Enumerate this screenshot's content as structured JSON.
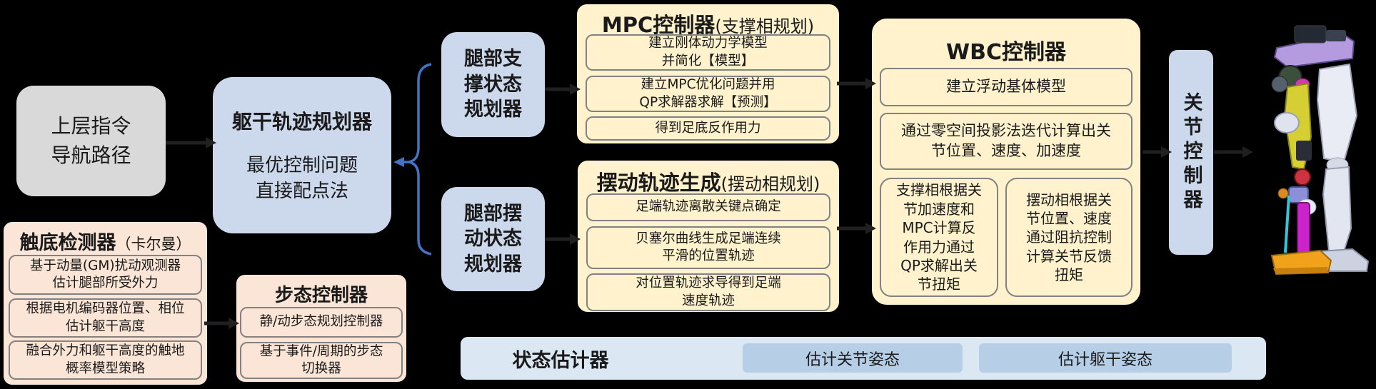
{
  "palette": {
    "background": "#000000",
    "gray_box": "#d9d9d9",
    "blue_box": "#ccd8ec",
    "peach_box": "#fbe5d6",
    "yellow_box": "#fff2cc",
    "estimator_bar": "#dbe7f3",
    "estimator_inner": "#b6cfe7",
    "brace_blue": "#4472c4",
    "arrow_dark": "#202020",
    "subbox_border": "#828282"
  },
  "nodes": {
    "upper_command": {
      "text": "上层指令\n导航路径"
    },
    "trunk_planner": {
      "title": "躯干轨迹规划器",
      "body": "最优控制问题\n直接配点法"
    },
    "touchdown_detector": {
      "title_bold": "触底检测器",
      "title_normal": "（卡尔曼）",
      "items": [
        "基于动量(GM)扰动观测器\n估计腿部所受外力",
        "根据电机编码器位置、相位\n估计躯干高度",
        "融合外力和躯干高度的触地\n概率模型策略"
      ]
    },
    "gait_controller": {
      "title": "步态控制器",
      "items": [
        "静/动步态规划控制器",
        "基于事件/周期的步态\n切换器"
      ]
    },
    "leg_support_planner": {
      "text": "腿部支\n撑状态\n规划器"
    },
    "leg_swing_planner": {
      "text": "腿部摆\n动状态\n规划器"
    },
    "mpc_controller": {
      "title_bold": "MPC控制器",
      "title_normal": "(支撑相规划)",
      "items": [
        "建立刚体动力学模型\n并简化【模型】",
        "建立MPC优化问题并用\nQP求解器求解【预测】",
        "得到足底反作用力"
      ]
    },
    "swing_traj_gen": {
      "title_bold": "摆动轨迹生成",
      "title_normal": "(摆动相规划)",
      "items": [
        "足端轨迹离散关键点确定",
        "贝塞尔曲线生成足端连续\n平滑的位置轨迹",
        "对位置轨迹求导得到足端\n速度轨迹"
      ]
    },
    "wbc_controller": {
      "title": "WBC控制器",
      "items": [
        "建立浮动基体模型",
        "通过零空间投影法迭代计算出关\n节位置、速度、加速度"
      ],
      "col_left": "支撑相根据关\n节加速度和\nMPC计算反\n作用力通过\nQP求解出关\n节扭矩",
      "col_right": "摆动相根据关\n节位置、速度\n通过阻抗控制\n计算关节反馈\n扭矩"
    },
    "joint_controller": {
      "text": "关节控制器"
    },
    "state_estimator": {
      "title": "状态估计器",
      "items": [
        "估计关节姿态",
        "估计躯干姿态"
      ]
    }
  }
}
